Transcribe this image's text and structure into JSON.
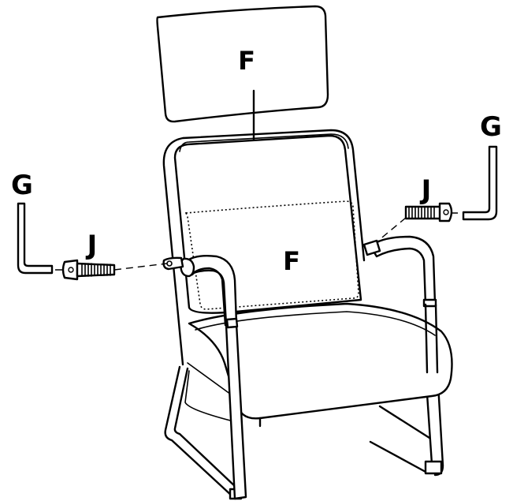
{
  "labels": {
    "headrest": "F",
    "backrest": "F",
    "allen_key_left": "G",
    "allen_key_right": "G",
    "bolt_left": "J",
    "bolt_right": "J"
  }
}
